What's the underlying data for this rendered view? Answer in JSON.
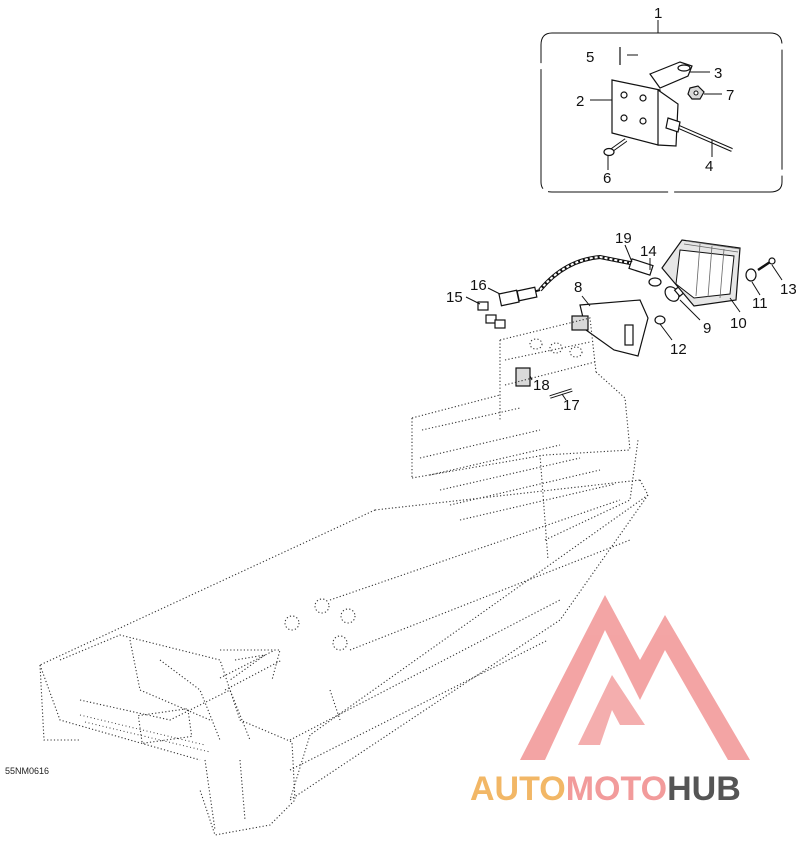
{
  "diagram": {
    "drawing_code": "55NM0616",
    "callouts": [
      "1",
      "2",
      "3",
      "4",
      "5",
      "6",
      "7",
      "8",
      "9",
      "10",
      "11",
      "12",
      "13",
      "14",
      "15",
      "16",
      "17",
      "18",
      "19"
    ]
  },
  "watermark": {
    "part1": "AUTO",
    "part2": "MOTO",
    "part3": "HUB",
    "colors": {
      "auto": "#f2b766",
      "moto": "#f29b9b",
      "hub": "#555555",
      "logo": "#f29b9b"
    }
  }
}
